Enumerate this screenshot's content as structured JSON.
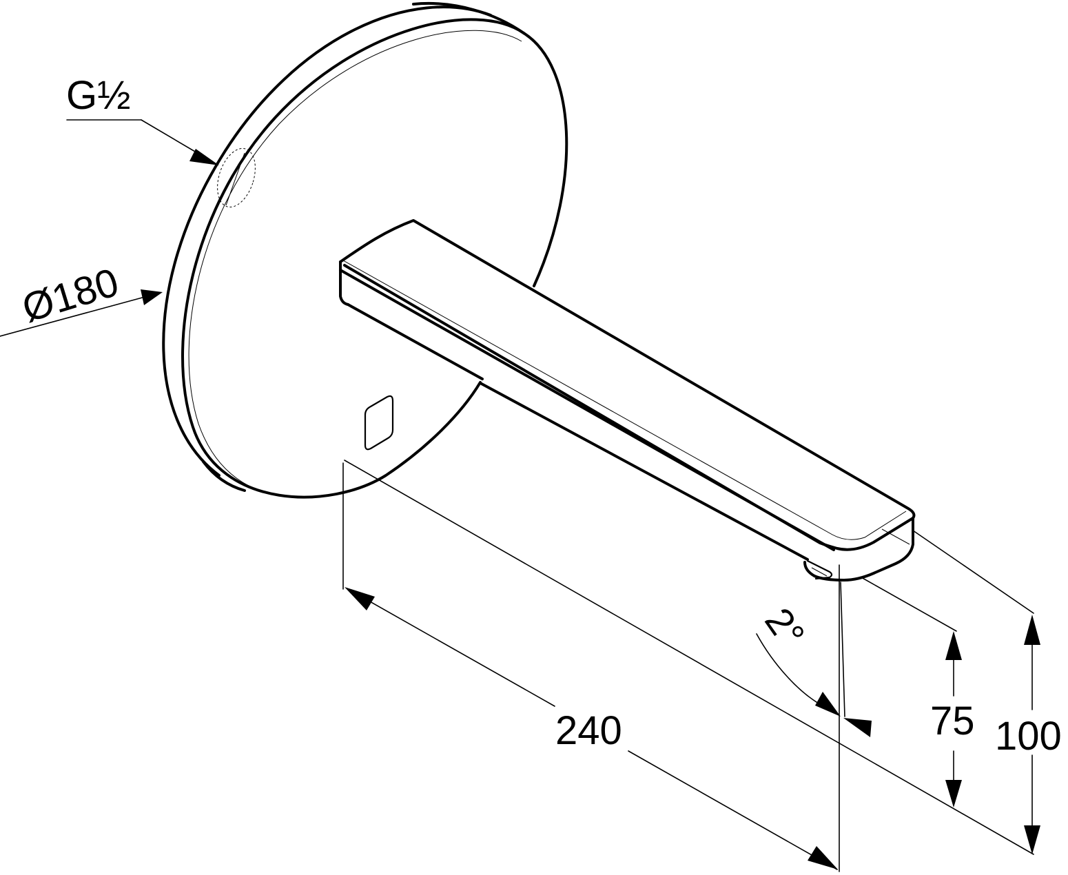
{
  "drawing": {
    "thread_label": "G½",
    "diameter_label": "Ø180",
    "length_label": "240",
    "angle_label": "2°",
    "height_outlet_label": "75",
    "height_top_label": "100"
  },
  "colors": {
    "line": "#000000",
    "background": "#ffffff"
  }
}
